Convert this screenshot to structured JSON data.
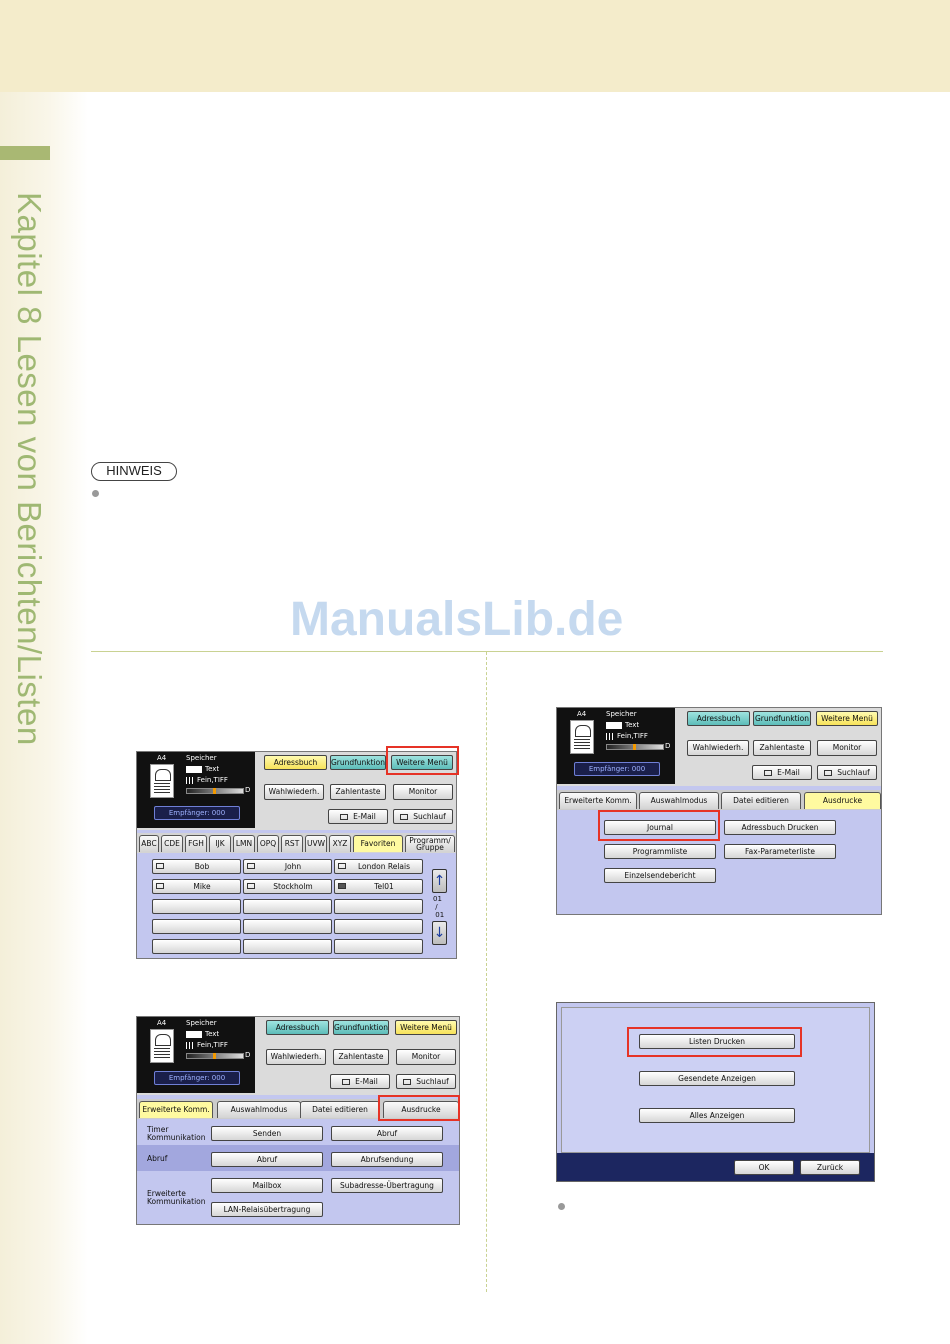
{
  "page": {
    "sidebar_title": "Kapitel 8   Lesen von Berichten/Listen",
    "hinweis_label": "HINWEIS",
    "watermark": "ManualsLib.de"
  },
  "status": {
    "paper": "A4",
    "memory": "Speicher",
    "mode": "Text",
    "resolution": "Fein,TIFF",
    "density_label": "D",
    "recipients": "Empfänger: 000"
  },
  "header_buttons": {
    "addressbook": "Adressbuch",
    "basic": "Grundfunktion",
    "more_menu": "Weitere Menü",
    "redial": "Wahlwiederh.",
    "numpad": "Zahlentaste",
    "monitor": "Monitor",
    "email": "E-Mail",
    "search": "Suchlauf"
  },
  "screen1": {
    "tabs": [
      "ABC",
      "CDE",
      "FGH",
      "IJK",
      "LMN",
      "OPQ",
      "RST",
      "UVW",
      "XYZ",
      "Favoriten"
    ],
    "tab_program_line1": "Programm/",
    "tab_program_line2": "Gruppe",
    "rows": [
      [
        "Bob",
        "John",
        "London Relais"
      ],
      [
        "Mike",
        "Stockholm",
        "Tel01"
      ],
      [
        "",
        "",
        ""
      ],
      [
        "",
        "",
        ""
      ],
      [
        "",
        "",
        ""
      ]
    ],
    "page_top": "01",
    "page_sep": "/",
    "page_bottom": "01"
  },
  "screen2": {
    "tabs": [
      "Erweiterte Komm.",
      "Auswahlmodus",
      "Datei editieren",
      "Ausdrucke"
    ],
    "timer_label_1": "Timer",
    "timer_label_2": "Kommunikation",
    "send": "Senden",
    "poll": "Abruf",
    "poll_row_label": "Abruf",
    "poll2": "Abruf",
    "poll_send": "Abrufsendung",
    "ext_label_1": "Erweiterte",
    "ext_label_2": "Kommunikation",
    "mailbox": "Mailbox",
    "subaddress": "Subadresse-Übertragung",
    "lan_relay": "LAN-Relaisübertragung"
  },
  "screen3": {
    "tabs": [
      "Erweiterte Komm.",
      "Auswahlmodus",
      "Datei editieren",
      "Ausdrucke"
    ],
    "journal": "Journal",
    "addressbook_print": "Adressbuch Drucken",
    "program_list": "Programmliste",
    "fax_param_list": "Fax-Parameterliste",
    "single_report": "Einzelsendebericht"
  },
  "dialog": {
    "print_lists": "Listen Drucken",
    "show_sent": "Gesendete Anzeigen",
    "show_all": "Alles Anzeigen",
    "ok": "OK",
    "back": "Zurück"
  }
}
